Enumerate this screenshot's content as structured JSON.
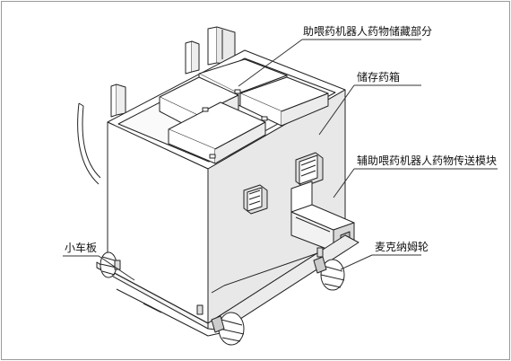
{
  "labels": {
    "storage_section": "助喂药机器人药物储藏部分",
    "storage_box": "储存药箱",
    "transfer_module": "辅助喂药机器人药物传送模块",
    "cart_plate": "小车板",
    "mecanum_wheel": "麦克纳姆轮"
  },
  "colors": {
    "line": "#222222",
    "face_light": "#ffffff",
    "face_shade": "#e6e6e6",
    "face_dark": "#cfcfcf",
    "background": "#ffffff"
  }
}
